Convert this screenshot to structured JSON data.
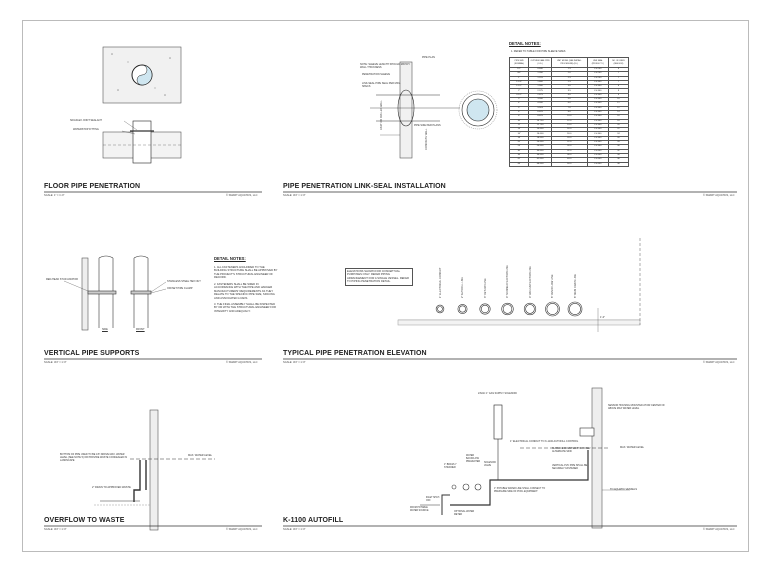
{
  "brand": "© SMART AQUATICS, LLC",
  "panels": {
    "floor": {
      "title": "FLOOR PIPE PENETRATION",
      "scale": "SCALE: 1\" = 1'-0\"",
      "labels": {
        "sealant": "SIKAFLEX JOINT SEALANT",
        "waterstop": "WATERSTOP FITTING"
      }
    },
    "linkseal": {
      "title": "PIPE PENETRATION LINK-SEAL INSTALLATION",
      "scale": "SCALE: 3/4\" = 1'-0\"",
      "labels": {
        "plan": "PIPE PLAN",
        "note1": "NOTE: SLEEVE LENGTH SHOULD MATCH WALL THICKNESS",
        "sleeve": "PENETRATION SLEEVE",
        "linkseal": "LINK-SEAL PIPE SEAL PER MFG. SPECS",
        "pipeplans": "PIPE SIZE PER PLANS",
        "cast": "CAST OR DRILLED WALL",
        "concrete": "CONCRETE WALL"
      }
    },
    "details": {
      "header": "DETAIL NOTES:",
      "note": "1.    REFER TO TABLE FOR PIPE SLEEVE SIZES",
      "columns": [
        "PIPE SIZE (NOMINAL)",
        "OUTSIDE DIAM. PIPE (O.D.)",
        "UNIT MODEL (SEE INSTALL PROCEDURE) (I.D.)",
        "LINK SEAL (PRODUCT #)",
        "NO. OF LINKS (SEE BOX)"
      ],
      "rows": [
        [
          "1/2\"",
          "0.840",
          "1.5",
          "LS-200",
          "6"
        ],
        [
          "3/4\"",
          "1.050",
          "2.0",
          "LS-200",
          "7"
        ],
        [
          "1\"",
          "1.315",
          "2.5",
          "LS-200",
          "7"
        ],
        [
          "1-1/4\"",
          "1.660",
          "2.5",
          "LS-300",
          "7"
        ],
        [
          "1-1/2\"",
          "1.900",
          "3.0",
          "LS-300",
          "8"
        ],
        [
          "2\"",
          "2.375",
          "3.5",
          "LS-300",
          "9"
        ],
        [
          "2-1/2\"",
          "2.875",
          "4.0",
          "LS-300",
          "9"
        ],
        [
          "3\"",
          "3.500",
          "5.0",
          "LS-300",
          "10"
        ],
        [
          "4\"",
          "4.500",
          "6.0",
          "LS-300",
          "11"
        ],
        [
          "5\"",
          "5.563",
          "7.0",
          "LS-300",
          "12"
        ],
        [
          "6\"",
          "6.625",
          "8.0",
          "LS-300",
          "14"
        ],
        [
          "8\"",
          "8.625",
          "10.0",
          "LS-300",
          "16"
        ],
        [
          "10\"",
          "10.750",
          "12.0",
          "LS-300",
          "18"
        ],
        [
          "12\"",
          "12.750",
          "14.0",
          "LS-300",
          "20"
        ],
        [
          "14\"",
          "14.000",
          "16.0",
          "LS-300",
          "22"
        ],
        [
          "16\"",
          "16.000",
          "18.0",
          "LS-300",
          "24"
        ],
        [
          "18\"",
          "18.000",
          "20.0",
          "LS-300",
          "26"
        ],
        [
          "20\"",
          "20.000",
          "22.0",
          "LS-300",
          "28"
        ],
        [
          "24\"",
          "24.000",
          "26.0",
          "LS-300",
          "30"
        ],
        [
          "30\"",
          "30.000",
          "32.0",
          "LS-400",
          "32"
        ],
        [
          "36\"",
          "36.000",
          "38.0",
          "LS-400",
          "34"
        ],
        [
          "42\"",
          "42.000",
          "44.0",
          "LS-400",
          "36"
        ],
        [
          "48\"",
          "48.000",
          "50.0",
          "LS-400",
          "38"
        ]
      ]
    },
    "supports": {
      "title": "VERTICAL PIPE SUPPORTS",
      "scale": "SCALE: 3/4\" = 1'-0\"",
      "labels": {
        "anchor": "RED-HEAD STUD ANCHOR",
        "bolt": "STAINLESS STEEL HEX NUT",
        "clamp": "OFFSET PIPE CLAMP",
        "side": "SIDE",
        "front": "FRONT"
      },
      "header": "DETAIL NOTES:",
      "notes": [
        "1.   ALL FASTENERS ANCHORED TO THE BUILDING STRUCTURE SHALL BE APPROVED BY THE PROJECT'S STRUCTURAL ENGINEER OF RECORD.",
        "2.   FASTENERS SHALL BE SIZED IN ACCORDANCE WITH THE PIPE AND HANGER MANUFACTURERS' REQUIREMENTS AS THEY RELATE TO THE SPECIFIC PIPE SIZE, SPACING AND ASSOCIATED LOADS.",
        "3.   THE FINAL ASSEMBLY SHALL BE INSPECTED BY OR WITH THE STRUCTURAL ENGINEER FOR INTEGRITY AND ADEQUACY."
      ]
    },
    "elevation": {
      "title": "TYPICAL PIPE PENETRATION ELEVATION",
      "scale": "SCALE: 3/4\" = 1'-0\"",
      "note": "ELEVATIONS SHOWN FOR CONCEPTUAL PURPOSES ONLY. REFER PIPING ARRANGEMENT FOR A SINGLE VESSEL. REFER TO PIPING PENETRATION DETAIL.",
      "pipes": [
        "1\" ELECTRICAL CONDUIT",
        "2\" AUTOFILL LINE",
        "3\" RETURN LINE",
        "4\" SKIMMER SUCTION LINE",
        "4\" VACUUM SUCTION LINE",
        "6\" OVERFLOW LINE",
        "6\" MAIN DRAIN LINE"
      ],
      "dim": "1'-0\""
    },
    "overflow": {
      "title": "OVERFLOW TO WASTE",
      "scale": "SCALE: 3/4\" = 1'-0\"",
      "labels": {
        "bottom": "BOTTOM OF PIPE USED TO BE 1/8\" ABOVE MAX. WATER LEVEL (SEE NOTE 5) OR PROVIDE WASTE CONCEALED IN LANDSCAPE",
        "maxwater": "MAX. WATER LEVEL",
        "drain": "2\" DRAIN TO APPROVED WASTE"
      }
    },
    "autofill": {
      "title": "K-1100 AUTOFILL",
      "scale": "SCALE: 3/4\" = 1'-0\"",
      "labels": {
        "solenoid": "24VAC 1\" GAS SUPPLY SOLENOID",
        "sensor": "SENSOR HOUSING MOUNTED AT/OR CENTER OF ABOVE MAX WATER LEVEL",
        "conduit": "1\" ELECTRICAL CONDUIT TO K-1100 AUTOFILL CONTROL",
        "surface": "SURFACE MOUNTED PVC HOSE / ALTERNATE SINK",
        "vertical": "VERTICAL PVC PIPE SHALL BE SECURELY FASTENED",
        "bridge": "1\" BRASS Y STRAINER",
        "valve": "WATER BACKFLOW PREVENTER",
        "solvalve": "SOLENOID VALVE",
        "potable": "1\" POTABLE WATER LINE SHALL CONNECT TO PRESSURE SIDE OF POOL EQUIPMENT",
        "inlet": "INLET SHUT-OFF",
        "meter": "OPTIONAL WATER METER",
        "from": "FROM POTABLE WATER SOURCE",
        "vessel": "TO AQUATIC VESSELS",
        "maxwater": "MAX. WATER LEVEL"
      }
    }
  }
}
